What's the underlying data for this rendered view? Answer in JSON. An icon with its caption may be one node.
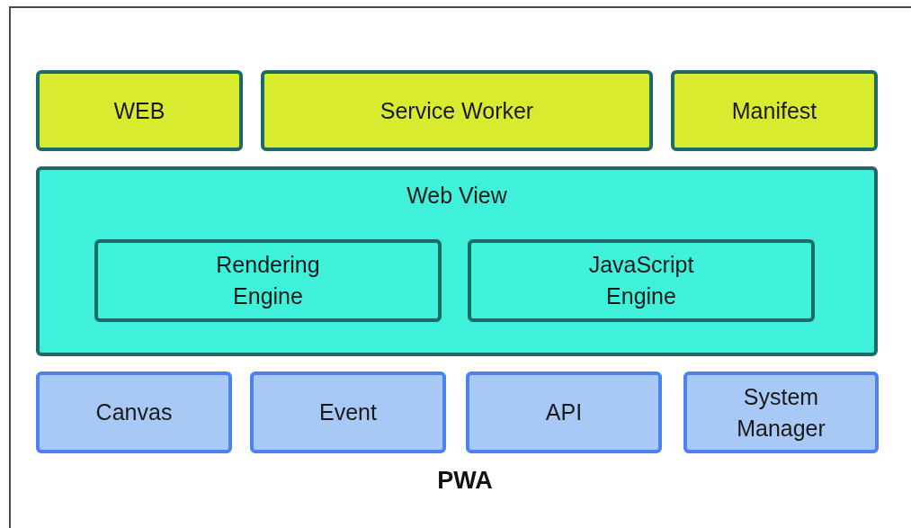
{
  "diagram": {
    "nodes": [
      {
        "text": [
          "PWA"
        ]
      },
      {
        "text": [
          "WEB"
        ],
        "in": 0
      },
      {
        "text": [
          "Service Worker"
        ],
        "in": 0
      },
      {
        "text": [
          "Manifest"
        ],
        "in": 0
      },
      {
        "text": [
          "Web View"
        ],
        "in": 0
      },
      {
        "text": [
          "Rendering Engine"
        ],
        "in": 4
      },
      {
        "text": [
          "JavaScript Engine"
        ],
        "in": 4
      },
      {
        "text": [
          "Canvas"
        ],
        "in": 0
      },
      {
        "text": [
          "Event"
        ],
        "in": 0
      },
      {
        "text": [
          "API"
        ],
        "in": 0
      },
      {
        "text": [
          "System Manager"
        ],
        "in": 0
      }
    ]
  }
}
